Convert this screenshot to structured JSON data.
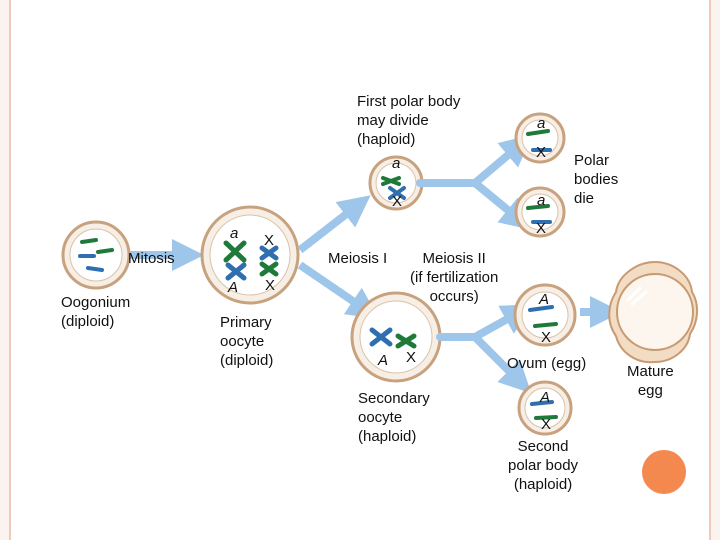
{
  "labels": {
    "first_polar_body": "First polar body\nmay divide\n(haploid)",
    "polar_bodies_die": "Polar\nbodies\ndie",
    "mitosis": "Mitosis",
    "oogonium": "Oogonium\n(diploid)",
    "primary_oocyte": "Primary\noocyte\n(diploid)",
    "meiosis_1": "Meiosis I",
    "meiosis_2": "Meiosis II\n(if fertilization\noccurs)",
    "secondary_oocyte": "Secondary\noocyte\n(haploid)",
    "ovum": "Ovum (egg)",
    "second_polar_body": "Second\npolar body\n(haploid)",
    "mature_egg": "Mature\negg"
  },
  "alleles": {
    "small_a": "a",
    "big_a": "A",
    "x": "X"
  },
  "colors": {
    "green_chromosome": "#1f7a3a",
    "blue_chromosome": "#2f6fb0",
    "arrow": "#9ec6ea",
    "cell_fill": "#f7efe6",
    "cell_stroke": "#c8a27f",
    "mature_egg_outer": "#f3dcc4",
    "mature_egg_stroke": "#c79a72",
    "orange_accent": "#f4894f",
    "frame_border": "#f2c9bd"
  }
}
